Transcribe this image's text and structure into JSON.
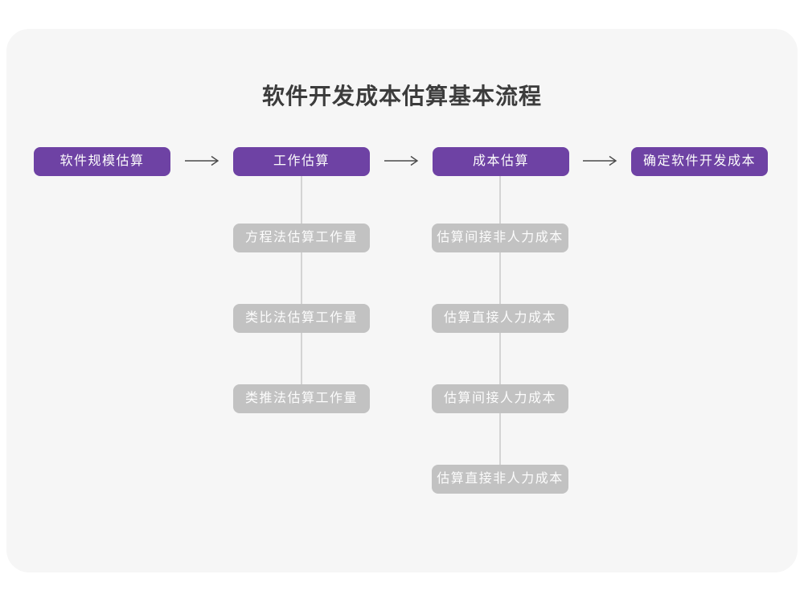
{
  "page": {
    "title": "软件开发成本估算基本流程"
  },
  "colors": {
    "page_bg": "#ffffff",
    "card_bg": "#f6f6f6",
    "main_node_purple": "#6e42a4",
    "sub_node_gray": "#c2c2c2",
    "connector_line": "#d4d4d4",
    "arrow": "#4a4a4a",
    "title_text": "#3c3c3c",
    "node_text": "#fcfcfc"
  },
  "flow": {
    "main_steps": [
      {
        "label": "软件规模估算"
      },
      {
        "label": "工作估算"
      },
      {
        "label": "成本估算"
      },
      {
        "label": "确定软件开发成本"
      }
    ],
    "work_estimation_methods": [
      {
        "label": "方程法估算工作量"
      },
      {
        "label": "类比法估算工作量"
      },
      {
        "label": "类推法估算工作量"
      }
    ],
    "cost_estimation_methods": [
      {
        "label": "估算间接非人力成本"
      },
      {
        "label": "估算直接人力成本"
      },
      {
        "label": "估算间接人力成本"
      },
      {
        "label": "估算直接非人力成本"
      }
    ]
  }
}
